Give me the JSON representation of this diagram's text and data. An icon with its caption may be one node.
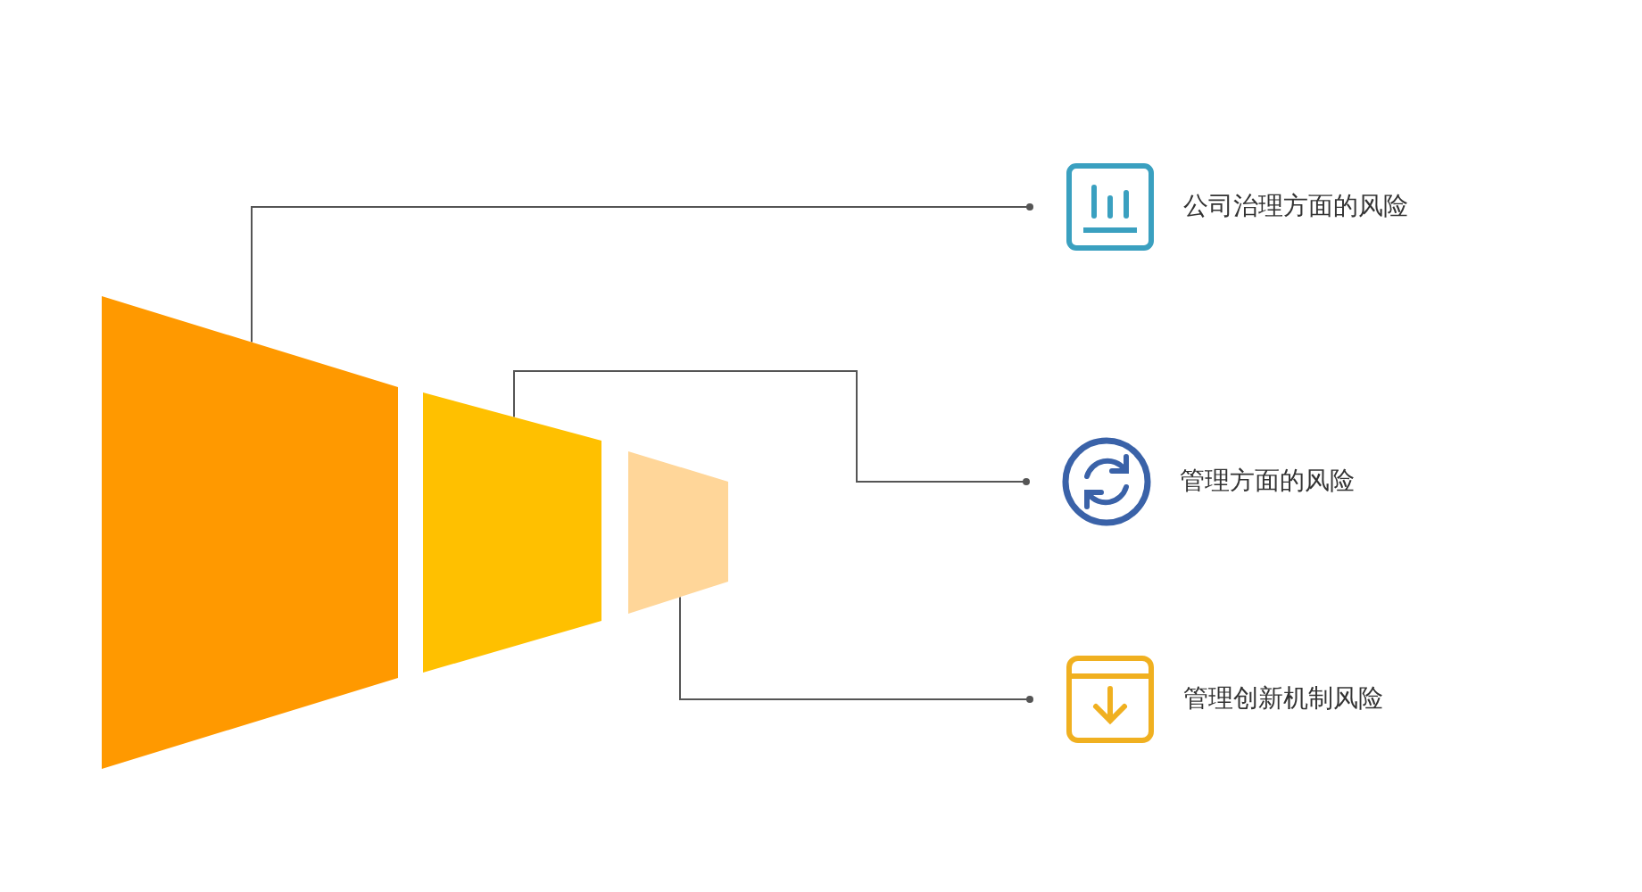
{
  "diagram": {
    "nodes": [
      {
        "text": [],
        "shape": "trapezoid"
      },
      {
        "text": [],
        "shape": "trapezoid"
      },
      {
        "text": [],
        "shape": "trapezoid"
      },
      {
        "text": [
          "公司治理方面的风险"
        ]
      },
      {
        "text": [
          "管理方面的风险"
        ]
      },
      {
        "text": [
          "管理创新机制风险"
        ]
      }
    ],
    "edges": [
      {
        "from": 0,
        "to": 3,
        "arrow": "other"
      },
      {
        "from": 1,
        "to": 4,
        "arrow": "other"
      },
      {
        "from": 2,
        "to": 5,
        "arrow": "other"
      }
    ]
  }
}
